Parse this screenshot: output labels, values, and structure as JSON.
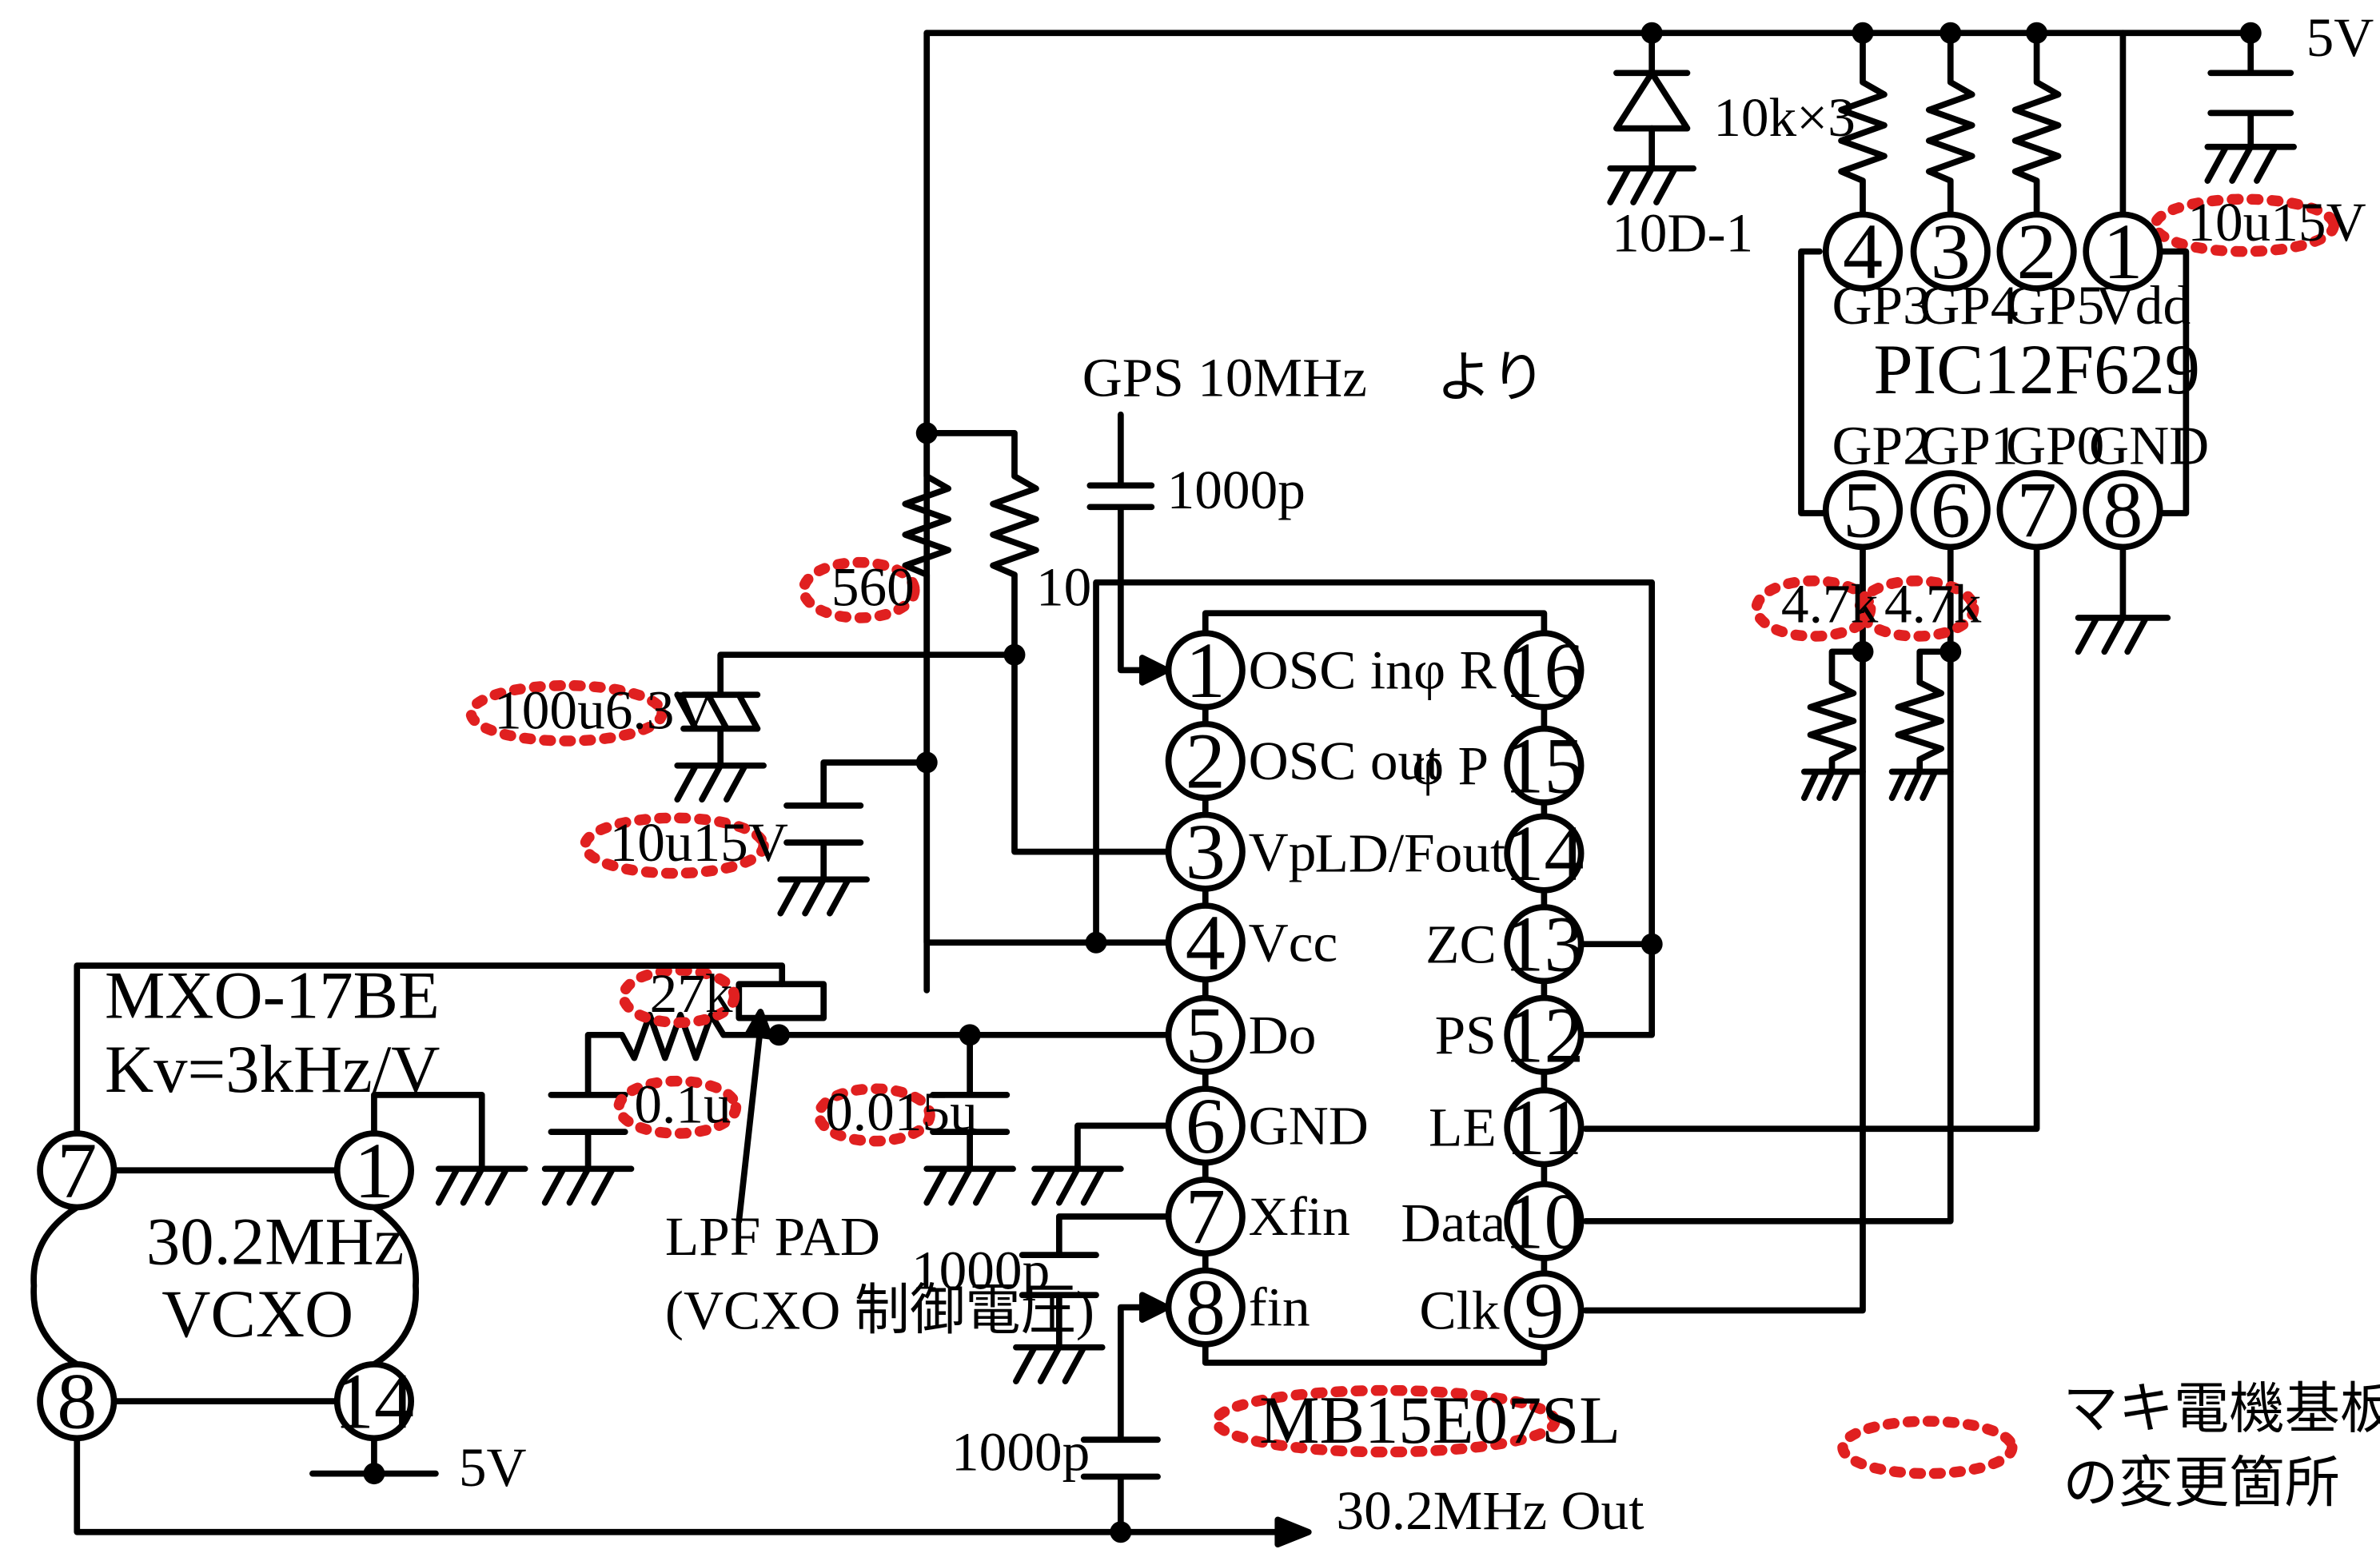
{
  "supply": {
    "rail": "5V",
    "vcxo_supply": "5V"
  },
  "pic": {
    "name": "PIC12F629",
    "top_pins": [
      {
        "num": "4",
        "label": "GP3"
      },
      {
        "num": "3",
        "label": "GP4"
      },
      {
        "num": "2",
        "label": "GP5"
      },
      {
        "num": "1",
        "label": "Vdd"
      }
    ],
    "bottom_pins": [
      {
        "num": "5",
        "label": "GP2"
      },
      {
        "num": "6",
        "label": "GP1"
      },
      {
        "num": "7",
        "label": "GP0"
      },
      {
        "num": "8",
        "label": "GND"
      }
    ]
  },
  "pll": {
    "name": "MB15E07SL",
    "left_pins": [
      {
        "num": "1",
        "label": "OSC in"
      },
      {
        "num": "2",
        "label": "OSC out"
      },
      {
        "num": "3",
        "label": "Vp"
      },
      {
        "num": "4",
        "label": "Vcc"
      },
      {
        "num": "5",
        "label": "Do"
      },
      {
        "num": "6",
        "label": "GND"
      },
      {
        "num": "7",
        "label": "Xfin"
      },
      {
        "num": "8",
        "label": "fin"
      }
    ],
    "right_pins": [
      {
        "num": "16",
        "label": "φ R"
      },
      {
        "num": "15",
        "label": "φ P"
      },
      {
        "num": "14",
        "label": "LD/Fout"
      },
      {
        "num": "13",
        "label": "ZC"
      },
      {
        "num": "12",
        "label": "PS"
      },
      {
        "num": "11",
        "label": "LE"
      },
      {
        "num": "10",
        "label": "Data"
      },
      {
        "num": "9",
        "label": "Clk"
      }
    ]
  },
  "vcxo": {
    "module": "MXO-17BE",
    "kv": "Kv=3kHz/V",
    "freq": "30.2MHz",
    "type": "VCXO",
    "pins": [
      "7",
      "1",
      "8",
      "14"
    ]
  },
  "components": {
    "diode": "10D-1",
    "pullups": "10k×3",
    "cap_vdd": "10u15V",
    "gps_input": "GPS 10MHz 　より",
    "cap_gps": "1000p",
    "r_vcc": "560",
    "r_vp": "10",
    "cap_vp": "100u6.3V",
    "cap_vcc": "10u15V",
    "r_gp2": "4.7k",
    "r_gp1": "4.7k",
    "r_lpf": "27k",
    "cap_lpf": "0.1u",
    "cap_do": "0.015u",
    "lpf_pad": "LPF PAD",
    "lpf_note": "(VCXO 制御電圧)",
    "cap_xfin": "1000p",
    "cap_fin": "1000p",
    "output": "30.2MHz Out"
  },
  "legend": {
    "line1": "マキ電機基板から",
    "line2": "の変更箇所"
  }
}
